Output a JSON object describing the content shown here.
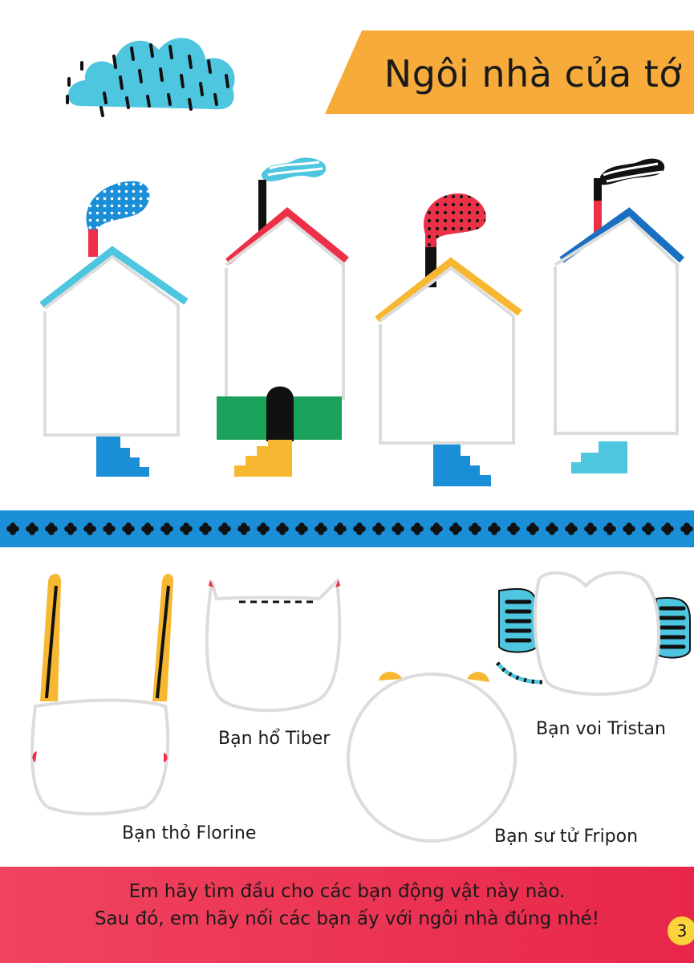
{
  "title": "Ngôi nhà của tớ",
  "animals": {
    "rabbit": "Bạn thỏ Florine",
    "tiger": "Bạn hổ Tiber",
    "lion": "Bạn sư tử Fripon",
    "elephant": "Bạn voi Tristan"
  },
  "instructions": [
    "Em hãy tìm đầu cho các bạn động vật này nào.",
    "Sau đó, em hãy nối các bạn ấy với ngôi nhà đúng nhé!"
  ],
  "page_number": "3",
  "colors": {
    "title_banner": "#f7ab3b",
    "border_strip": "#1a8fd8",
    "footer": "#e8264a",
    "cloud": "#4fc6df"
  }
}
